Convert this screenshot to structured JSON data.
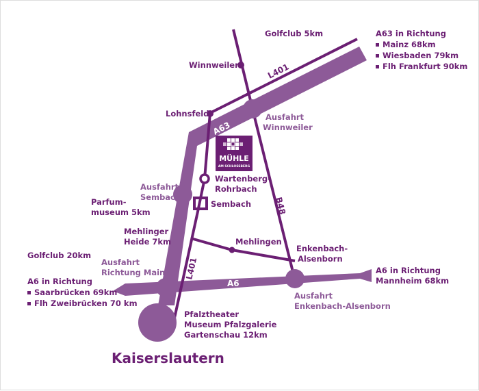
{
  "colors": {
    "dark": "#6b1f73",
    "light": "#8d5a98",
    "bg": "#ffffff"
  },
  "roads": {
    "a63": "A63",
    "a6": "A6",
    "l401_top": "L401",
    "l401_bottom": "L401",
    "b48": "B48"
  },
  "logo": {
    "icon": "mill-icon",
    "name": "MÜHLE",
    "sub": "AM SCHLOSSBERG"
  },
  "labels": {
    "golfclub_top": "Golfclub 5km",
    "a63_dir_title": "A63 in Richtung",
    "a63_dir": [
      "Mainz 68km",
      "Wiesbaden 79km",
      "Flh Frankfurt 90km"
    ],
    "winnweiler": "Winnweiler",
    "lohnsfeld": "Lohnsfeld",
    "ausfahrt_winnweiler": [
      "Ausfahrt",
      "Winnweiler"
    ],
    "wartenberg": [
      "Wartenberg-",
      "Rohrbach"
    ],
    "ausfahrt_sembach": [
      "Ausfahrt",
      "Sembach"
    ],
    "sembach": "Sembach",
    "parfum": [
      "Parfum-",
      "museum 5km"
    ],
    "mehlinger_heide": [
      "Mehlinger",
      "Heide 7km"
    ],
    "mehlingen": "Mehlingen",
    "enkenbach": [
      "Enkenbach-",
      "Alsenborn"
    ],
    "golfclub_left": "Golfclub 20km",
    "ausfahrt_mainz": [
      "Ausfahrt",
      "Richtung Mainz"
    ],
    "a6_left_title": "A6 in Richtung",
    "a6_left": [
      "Saarbrücken 69km",
      "Flh Zweibrücken 70 km"
    ],
    "a6_right": [
      "A6 in Richtung",
      "Mannheim 68km"
    ],
    "ausfahrt_enkenbach": [
      "Ausfahrt",
      "Enkenbach-Alsenborn"
    ],
    "pfalztheater": [
      "Pfalztheater",
      "Museum Pfalzgalerie",
      "Gartenschau 12km"
    ],
    "city": "Kaiserslautern"
  }
}
